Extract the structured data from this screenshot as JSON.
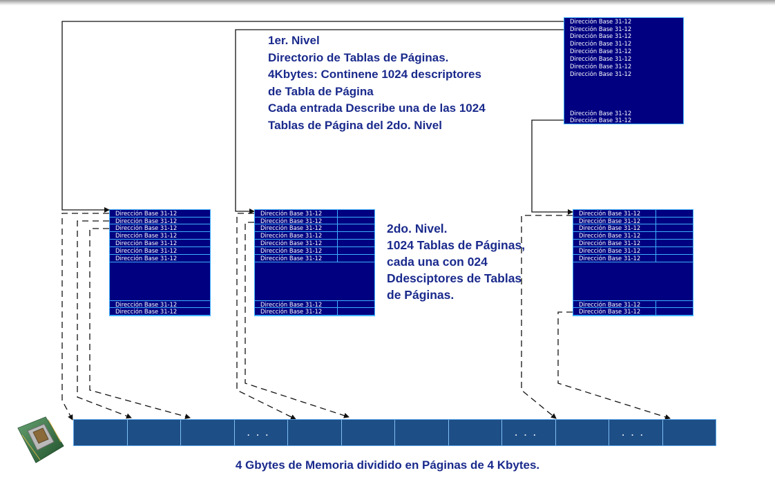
{
  "entry_label": "Dirección Base 31-12",
  "level1_text": [
    "1er. Nivel",
    "Directorio de Tablas de Páginas.",
    "4Kbytes: Continene 1024 descriptores",
    "de Tabla de Página",
    "Cada  entrada Describe una de las 1024",
    "Tablas de Página del 2do. Nivel"
  ],
  "level2_text": [
    "2do. Nivel.",
    "1024 Tablas de Páginas,",
    "cada una con  024",
    "Ddesciptores de Tablas",
    "de Páginas."
  ],
  "memory": {
    "ellipsis": "...",
    "caption": "4 Gbytes de Memoria dividido en Páginas de 4 Kbytes."
  },
  "icons": {
    "processor": "cpu-chip-icon"
  },
  "colors": {
    "heading_text": "#1a2a8c",
    "table_fill": "#000080",
    "table_border": "#3fb2ff",
    "memory_fill": "#1e4e86"
  }
}
